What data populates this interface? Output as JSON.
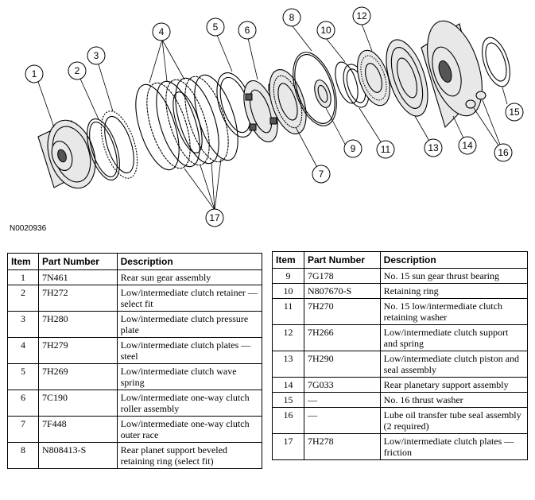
{
  "drawing_id": "N0020936",
  "callouts": [
    "1",
    "2",
    "3",
    "4",
    "5",
    "6",
    "7",
    "8",
    "9",
    "10",
    "11",
    "12",
    "13",
    "14",
    "15",
    "16",
    "17"
  ],
  "table": {
    "headers": {
      "item": "Item",
      "part_number": "Part Number",
      "description": "Description"
    },
    "left_rows": [
      {
        "item": "1",
        "part_number": "7N461",
        "description": "Rear sun gear assembly"
      },
      {
        "item": "2",
        "part_number": "7H272",
        "description": "Low/intermediate clutch retainer — select fit"
      },
      {
        "item": "3",
        "part_number": "7H280",
        "description": "Low/intermediate clutch pressure plate"
      },
      {
        "item": "4",
        "part_number": "7H279",
        "description": "Low/intermediate clutch plates — steel"
      },
      {
        "item": "5",
        "part_number": "7H269",
        "description": "Low/intermediate clutch wave spring"
      },
      {
        "item": "6",
        "part_number": "7C190",
        "description": "Low/intermediate one-way clutch roller assembly"
      },
      {
        "item": "7",
        "part_number": "7F448",
        "description": "Low/intermediate one-way clutch outer race"
      },
      {
        "item": "8",
        "part_number": "N808413-S",
        "description": "Rear planet support beveled retaining ring (select fit)"
      }
    ],
    "right_rows": [
      {
        "item": "9",
        "part_number": "7G178",
        "description": "No. 15 sun gear thrust bearing"
      },
      {
        "item": "10",
        "part_number": "N807670-S",
        "description": "Retaining ring"
      },
      {
        "item": "11",
        "part_number": "7H270",
        "description": "No. 15 low/intermediate clutch retaining washer"
      },
      {
        "item": "12",
        "part_number": "7H266",
        "description": "Low/intermediate clutch support and spring"
      },
      {
        "item": "13",
        "part_number": "7H290",
        "description": "Low/intermediate clutch piston and seal assembly"
      },
      {
        "item": "14",
        "part_number": "7G033",
        "description": "Rear planetary support assembly"
      },
      {
        "item": "15",
        "part_number": "—",
        "description": "No. 16 thrust washer"
      },
      {
        "item": "16",
        "part_number": "—",
        "description": "Lube oil transfer tube seal assembly (2 required)"
      },
      {
        "item": "17",
        "part_number": "7H278",
        "description": "Low/intermediate clutch plates — friction"
      }
    ]
  }
}
